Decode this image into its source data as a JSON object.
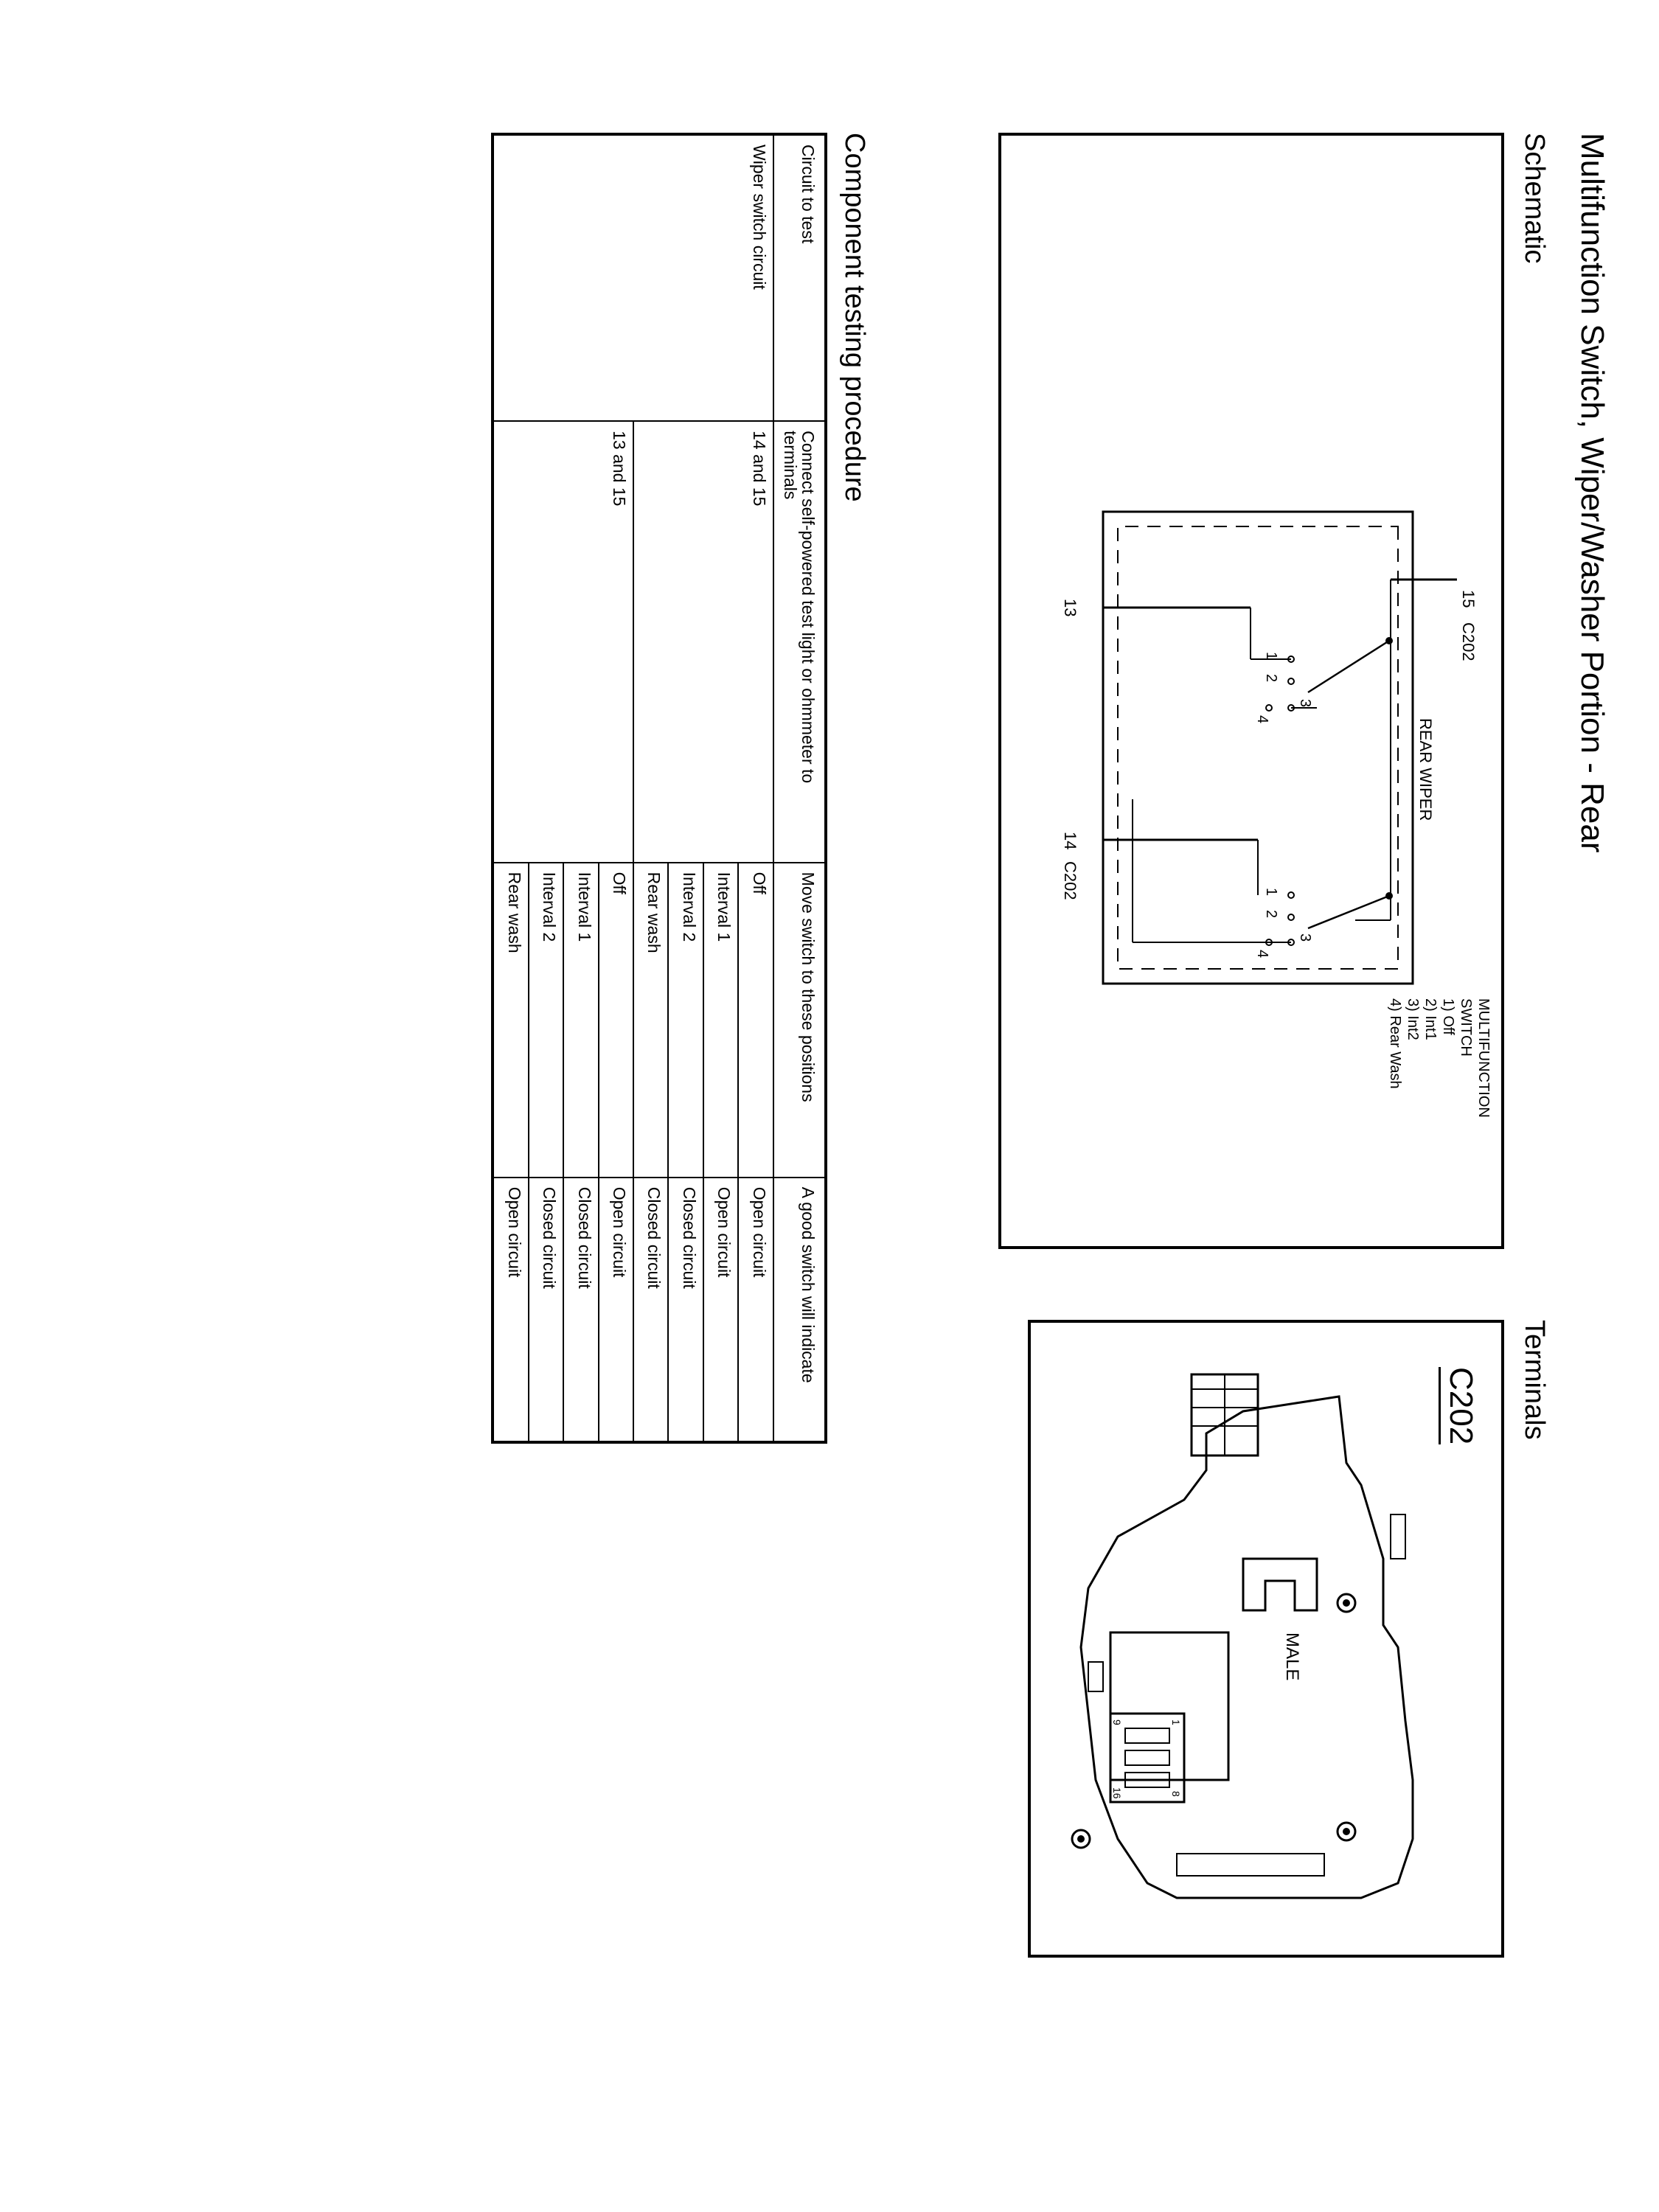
{
  "title": "Multifunction Switch, Wiper/Washer Portion - Rear",
  "schematic": {
    "heading": "Schematic",
    "connector_left": "C202",
    "connector_right": "C202",
    "pin_15": "15",
    "pin_13": "13",
    "pin_14": "14",
    "rear_wiper_label": "REAR WIPER",
    "contact_labels": [
      "1",
      "2",
      "3",
      "4"
    ],
    "switch_title_line1": "MULTIFUNCTION",
    "switch_title_line2": "SWITCH",
    "positions": [
      "1) Off",
      "2) Int1",
      "3) Int2",
      "4) Rear Wash"
    ]
  },
  "terminals": {
    "heading": "Terminals",
    "connector": "C202",
    "gender": "MALE",
    "pin_numbers": [
      "1",
      "8",
      "9",
      "16"
    ]
  },
  "procedure": {
    "heading": "Component testing procedure",
    "headers": [
      "Circuit to test",
      "Connect self-powered test light or ohmmeter to terminals",
      "Move switch to these positions",
      "A good switch will indicate"
    ],
    "circuit": "Wiper switch circuit",
    "groups": [
      {
        "terminals": "14 and 15",
        "rows": [
          {
            "position": "Off",
            "result": "Open circuit"
          },
          {
            "position": "Interval 1",
            "result": "Open circuit"
          },
          {
            "position": "Interval 2",
            "result": "Closed circuit"
          },
          {
            "position": "Rear wash",
            "result": "Closed circuit"
          }
        ]
      },
      {
        "terminals": "13 and 15",
        "rows": [
          {
            "position": "Off",
            "result": "Open circuit"
          },
          {
            "position": "Interval 1",
            "result": "Closed circuit"
          },
          {
            "position": "Interval 2",
            "result": "Closed circuit"
          },
          {
            "position": "Rear wash",
            "result": "Open circuit"
          }
        ]
      }
    ]
  }
}
